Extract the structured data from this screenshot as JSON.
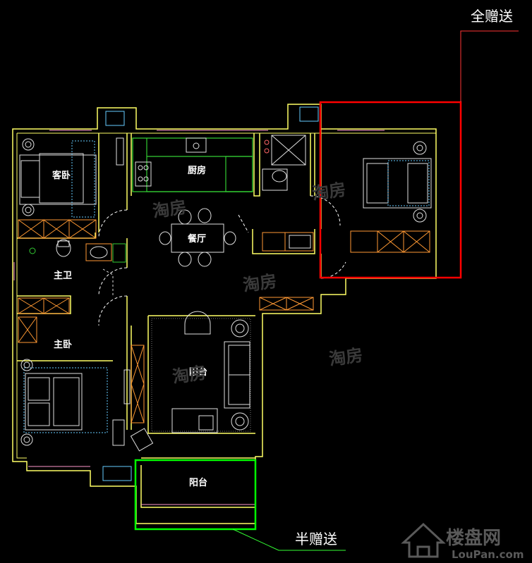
{
  "rooms": {
    "guest_bedroom": "客卧",
    "kitchen": "厨房",
    "dining": "餐厅",
    "master_bath": "主卫",
    "master_bedroom": "主卧",
    "balcony_main": "阳台",
    "balcony_south": "阳台"
  },
  "callouts": {
    "full_gift": "全赠送",
    "half_gift": "半赠送"
  },
  "watermark": "淘房",
  "logo": {
    "cn": "楼盘网",
    "en": "LouPan.com"
  },
  "colors": {
    "wall": "#ffff66",
    "fixture": "#e0e0e0",
    "furniture_orange": "#ff9933",
    "kitchen_green": "#33cc33",
    "bath_cyan": "#66ccff",
    "full_gift_box": "#ff0000",
    "half_gift_box": "#00ff00",
    "callout_line_red": "#ff3333",
    "callout_line_green": "#33ff33"
  }
}
